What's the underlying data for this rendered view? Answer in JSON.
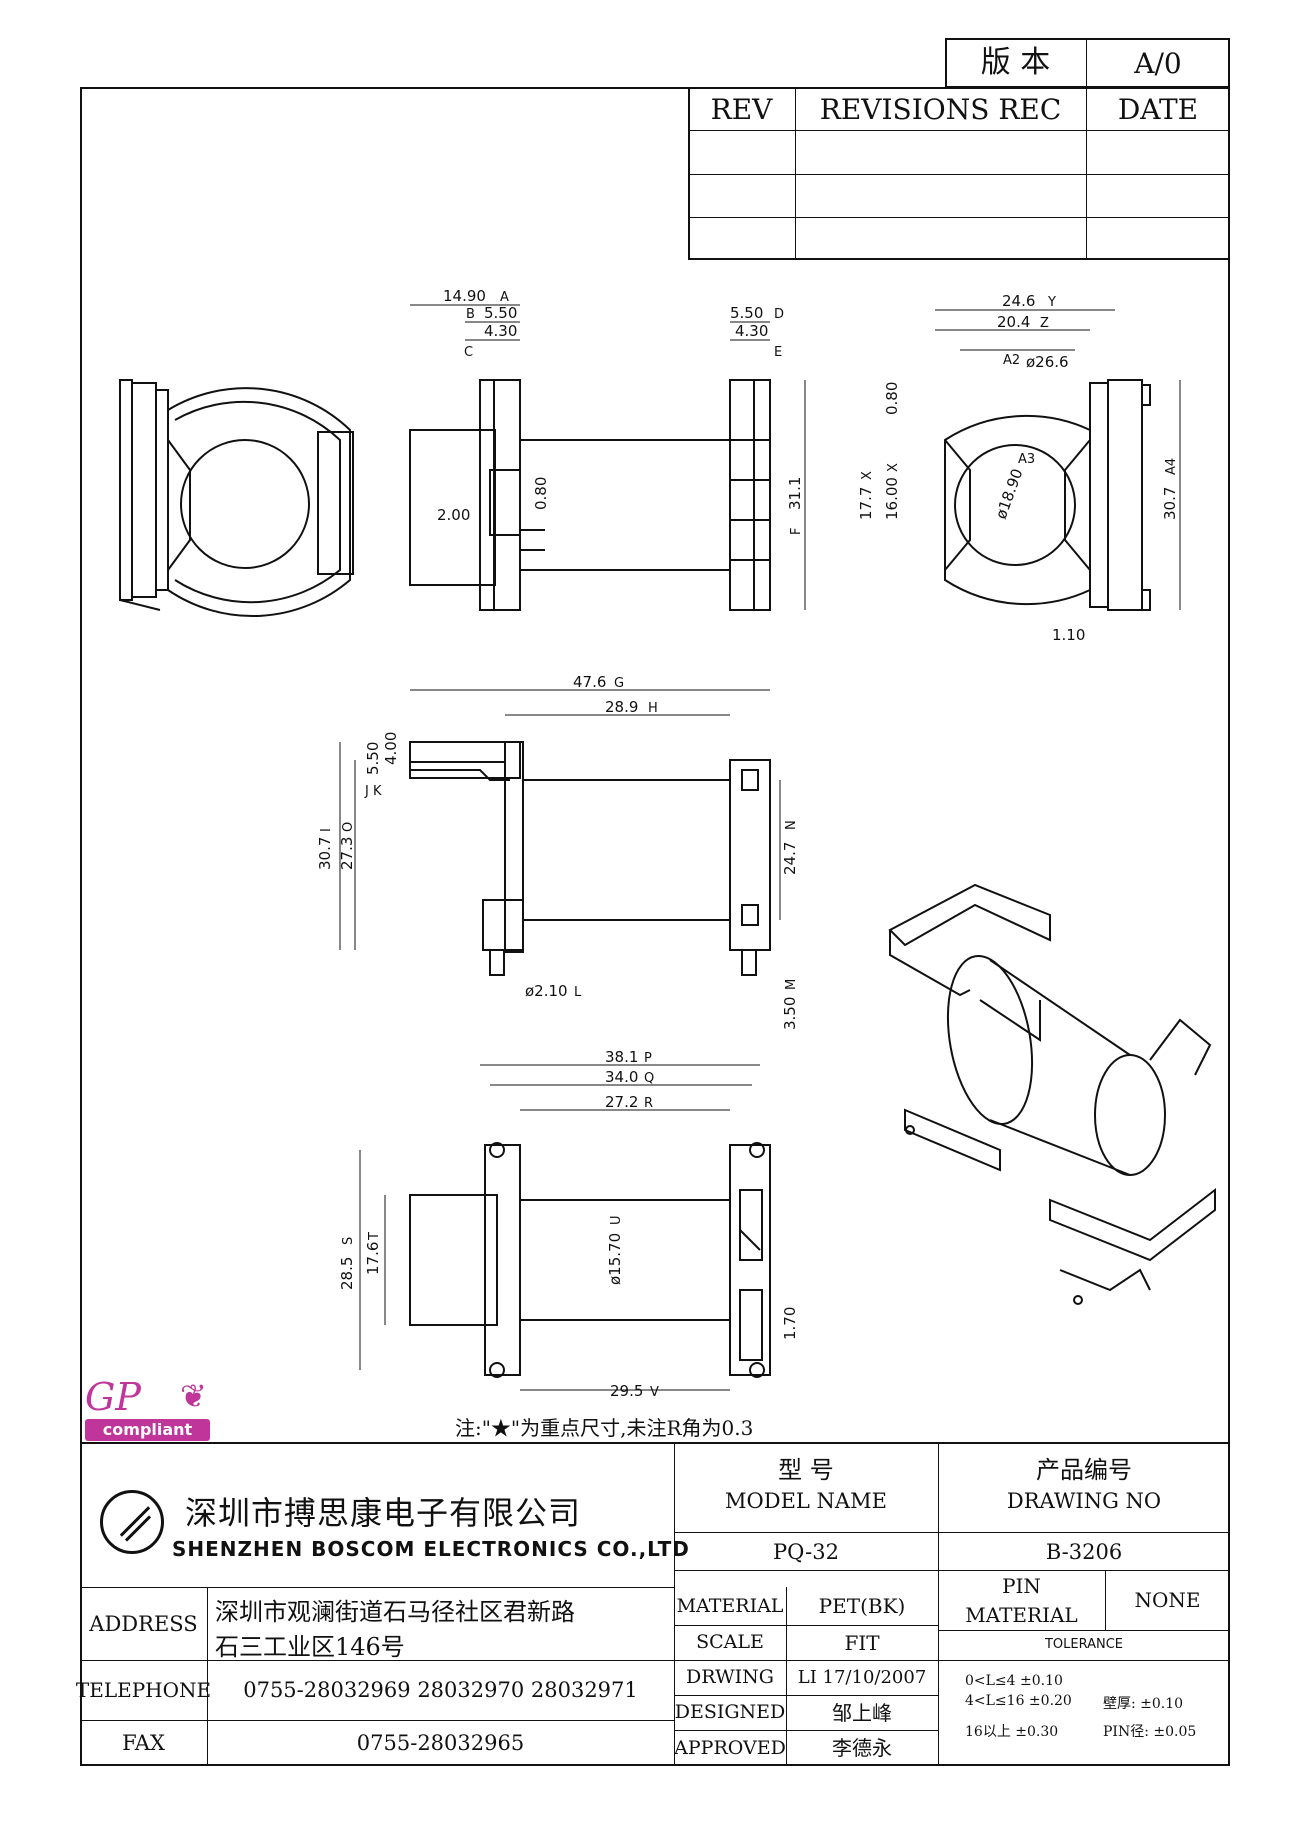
{
  "version": {
    "label": "版 本",
    "value": "A/0"
  },
  "revisions": {
    "rev": "REV",
    "rec": "REVISIONS REC",
    "date": "DATE"
  },
  "dims": {
    "v1_a": "14.90",
    "v1_a_tag": "A",
    "v1_b": "5.50",
    "v1_b_tag": "B",
    "v1_c": "4.30",
    "v1_c_tag": "C",
    "v1_d": "5.50",
    "v1_d_tag": "D",
    "v1_e": "4.30",
    "v1_e_tag": "E",
    "v1_f": "31.1",
    "v1_f_tag": "F",
    "v1_2": "2.00",
    "v1_08": "0.80",
    "v2_y": "24.6",
    "v2_y_tag": "Y",
    "v2_z": "20.4",
    "v2_z_tag": "Z",
    "v2_a2": "ø26.6",
    "v2_a2_tag": "A2",
    "v2_a3": "ø18.90",
    "v2_a3_tag": "A3",
    "v2_x": "17.7",
    "v2_x_tag": "X",
    "v2_16": "16.00",
    "v2_16_tag": "X",
    "v2_a4": "30.7",
    "v2_a4_tag": "A4",
    "v2_080": "0.80",
    "v2_110": "1.10",
    "v3_g": "47.6",
    "v3_g_tag": "G",
    "v3_h": "28.9",
    "v3_h_tag": "H",
    "v3_550": "5.50",
    "v3_400": "4.00",
    "v3_jk": "J K",
    "v3_i": "30.7",
    "v3_i_tag": "I",
    "v3_o": "27.3",
    "v3_o_tag": "O",
    "v3_n": "24.7",
    "v3_n_tag": "N",
    "v3_l": "ø2.10",
    "v3_l_tag": "L",
    "v3_m": "3.50",
    "v3_m_tag": "M",
    "v4_p": "38.1",
    "v4_p_tag": "P",
    "v4_q": "34.0",
    "v4_q_tag": "Q",
    "v4_r": "27.2",
    "v4_r_tag": "R",
    "v4_s": "28.5",
    "v4_s_tag": "S",
    "v4_t": "17.6",
    "v4_t_tag": "T",
    "v4_u": "ø15.70",
    "v4_u_tag": "U",
    "v4_170": "1.70",
    "v4_v": "29.5",
    "v4_v_tag": "V"
  },
  "logo": {
    "gp": "GP",
    "compliant": "compliant"
  },
  "note": "注:\"★\"为重点尺寸,未注R角为0.3",
  "company": {
    "cn": "深圳市搏思康电子有限公司",
    "en": "SHENZHEN BOSCOM ELECTRONICS CO.,LTD"
  },
  "model": {
    "label_cn": "型 号",
    "label_en": "MODEL NAME",
    "value": "PQ-32"
  },
  "drawing": {
    "label_cn": "产品编号",
    "label_en": "DRAWING NO",
    "value": "B-3206"
  },
  "address": {
    "label": "ADDRESS",
    "line1": "深圳市观澜街道石马径社区君新路",
    "line2": "石三工业区146号"
  },
  "telephone": {
    "label": "TELEPHONE",
    "value": "0755-28032969 28032970 28032971"
  },
  "fax": {
    "label": "FAX",
    "value": "0755-28032965"
  },
  "material": {
    "label": "MATERIAL",
    "value": "PET(BK)"
  },
  "scale": {
    "label": "SCALE",
    "value": "FIT"
  },
  "drwing": {
    "label": "DRWING",
    "value": "LI 17/10/2007"
  },
  "designed": {
    "label": "DESIGNED",
    "value": "邹上峰"
  },
  "approved": {
    "label": "APPROVED",
    "value": "李德永"
  },
  "pin": {
    "label1": "PIN",
    "label2": "MATERIAL",
    "value": "NONE"
  },
  "tolerance": {
    "title": "TOLERANCE",
    "r1": "0<L≤4 ±0.10",
    "r2": "4<L≤16 ±0.20",
    "r3": "16以上 ±0.30",
    "wall": "壁厚: ±0.10",
    "pin": "PIN径: ±0.05"
  }
}
